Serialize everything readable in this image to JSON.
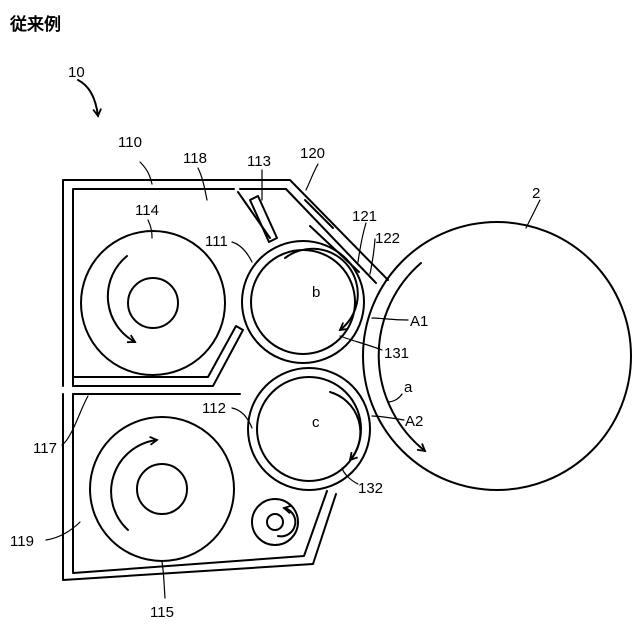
{
  "header": {
    "figure_label": "従来例"
  },
  "labels": {
    "device": "10",
    "housing": "110",
    "chamber_top": "118",
    "blade": "113",
    "seal": "120",
    "upper_roller": "111",
    "lower_roller": "112",
    "agitator_top": "114",
    "agitator_bottom": "115",
    "partition": "117",
    "chamber_bottom": "119",
    "part_121": "121",
    "part_122": "122",
    "drum": "2",
    "dir_b": "b",
    "dir_c": "c",
    "dir_a": "a",
    "pos_a1": "A1",
    "pos_a2": "A2",
    "roller_131": "131",
    "roller_132": "132"
  }
}
